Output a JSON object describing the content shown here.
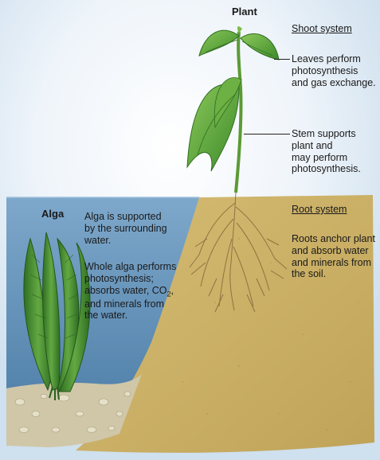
{
  "plant": {
    "title": "Plant",
    "shoot_system": "Shoot system",
    "leaves_text": [
      "Leaves perform",
      "photosynthesis",
      "and gas exchange."
    ],
    "stem_text": [
      "Stem supports",
      "plant and",
      "may perform",
      "photosynthesis."
    ],
    "root_system": "Root system",
    "roots_text": [
      "Roots anchor plant",
      "and absorb water",
      "and minerals from",
      "the soil."
    ]
  },
  "alga": {
    "title": "Alga",
    "support_text": [
      "Alga is supported",
      "by the surrounding",
      "water."
    ],
    "photo_text_1": [
      "Whole alga performs",
      "photosynthesis;"
    ],
    "photo_text_co2_prefix": "absorbs water, CO",
    "photo_text_co2_sub": "2",
    "photo_text_co2_suffix": ",",
    "photo_text_2": [
      "and minerals from",
      "the water."
    ]
  },
  "colors": {
    "water": "#5f8fb8",
    "soil": "#c7ad62",
    "leaf": "#5aa63a",
    "alga": "#3f8a2e",
    "root": "#8a6a3c"
  }
}
